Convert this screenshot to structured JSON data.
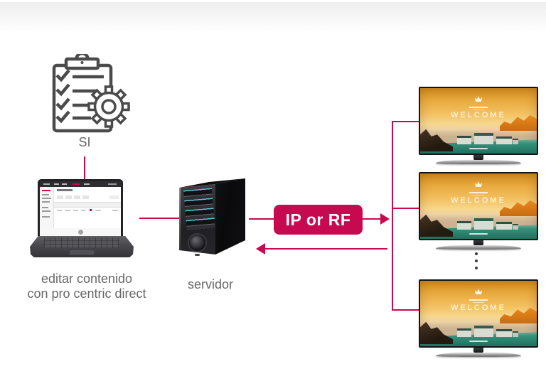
{
  "colors": {
    "accent_red": "#c70a50",
    "icon_stroke": "#4b4b4b",
    "label_text": "#676767",
    "server_bay_cyan": "#53c6d8"
  },
  "icons": {
    "clipboard": "clipboard-checklist-icon",
    "gear": "gear-icon",
    "ellipsis": "vertical-ellipsis-icon",
    "arrow_right": "arrowhead-right-icon",
    "arrow_left": "arrowhead-left-icon"
  },
  "nodes": {
    "si": {
      "label": "SI"
    },
    "laptop": {
      "label_line1": "editar contenido",
      "label_line2": "con pro centric direct"
    },
    "server": {
      "label": "servidor"
    },
    "badge": {
      "label": "IP or RF"
    }
  },
  "tvs": [
    {
      "welcome": "WELCOME"
    },
    {
      "welcome": "WELCOME"
    },
    {
      "welcome": "WELCOME"
    }
  ]
}
